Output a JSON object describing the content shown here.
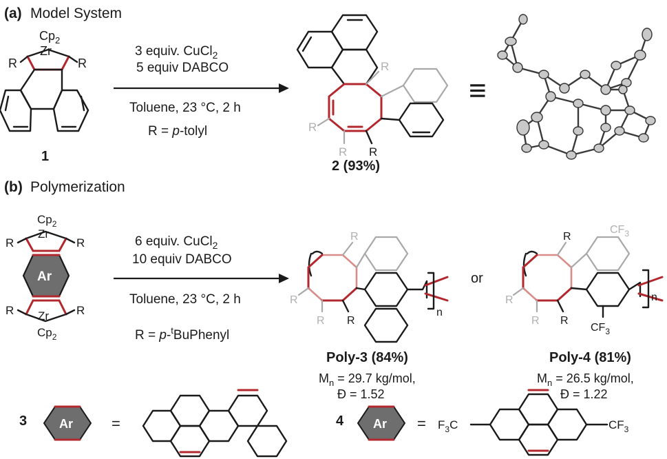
{
  "section_a": {
    "label": "(a)",
    "title": "Model System"
  },
  "section_b": {
    "label": "(b)",
    "title": "Polymerization"
  },
  "reaction_a": {
    "reagent1_main": "3 equiv. CuCl",
    "reagent1_sub": "2",
    "reagent2": "5 equiv DABCO",
    "conditions": "Toluene, 23 °C, 2 h",
    "r_prefix": "R = ",
    "r_italic": "p",
    "r_suffix": "-tolyl"
  },
  "compound1": {
    "number": "1",
    "metal": "Zr",
    "ligand_main": "Cp",
    "ligand_sub": "2",
    "substituent": "R"
  },
  "compound2": {
    "number": "2 (93%)",
    "substituent": "R"
  },
  "equivalence_symbol": "≡",
  "reaction_b": {
    "reagent1_main": "6 equiv. CuCl",
    "reagent1_sub": "2",
    "reagent2": "10 equiv DABCO",
    "conditions": "Toluene, 23 °C, 2 h",
    "r_prefix": "R = ",
    "r_italic": "p",
    "r_dash": "-",
    "r_sup": "t",
    "r_suffix": "BuPhenyl"
  },
  "monomer": {
    "metal": "Zr",
    "ligand_main": "Cp",
    "ligand_sub": "2",
    "substituent": "R",
    "core": "Ar"
  },
  "poly3": {
    "name": "Poly-3 (84%)",
    "mn_main": "M",
    "mn_sub": "n",
    "mn_value": " = 29.7 kg/mol,",
    "dispersity": "Đ = 1.52",
    "repeat": "n",
    "substituent": "R"
  },
  "poly4": {
    "name": "Poly-4 (81%)",
    "mn_main": "M",
    "mn_sub": "n",
    "mn_value": " = 26.5 kg/mol,",
    "dispersity": "Đ = 1.22",
    "repeat": "n",
    "substituent": "R",
    "cf3_main": "CF",
    "cf3_sub": "3"
  },
  "connector_or": "or",
  "legend": {
    "item3": {
      "number": "3",
      "core": "Ar",
      "equals": "="
    },
    "item4": {
      "number": "4",
      "core": "Ar",
      "equals": "=",
      "left_group_main": "F",
      "left_group_sub": "3",
      "left_group_end": "C",
      "right_group_main": "CF",
      "right_group_sub": "3"
    }
  }
}
